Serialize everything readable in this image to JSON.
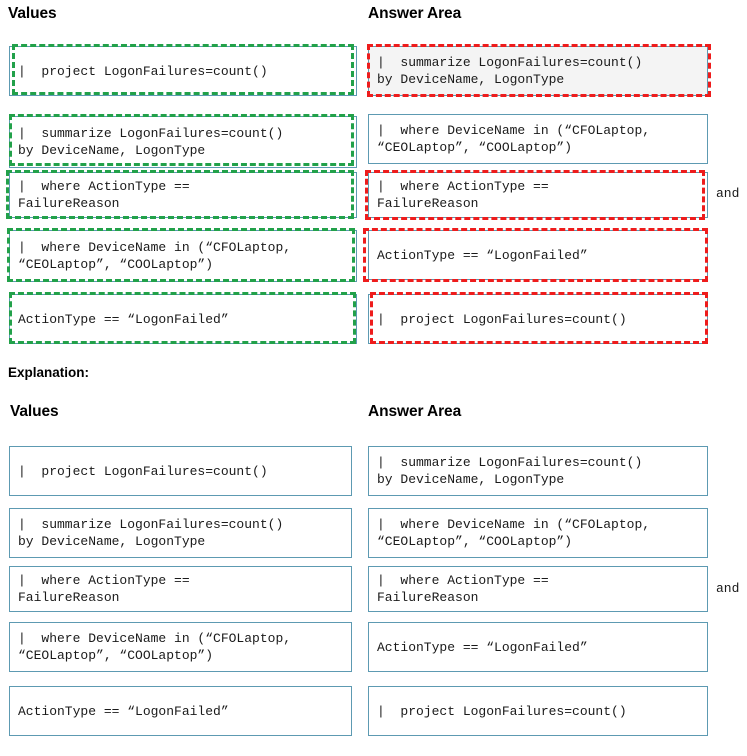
{
  "figures": [
    {
      "id": "annotated",
      "values_heading": "Values",
      "answer_heading": "Answer Area",
      "and_label": "and",
      "values": [
        {
          "text": "|  project LogonFailures=count()",
          "annotation": "green"
        },
        {
          "text": "|  summarize LogonFailures=count()\nby DeviceName, LogonType",
          "annotation": "green"
        },
        {
          "text": "|  where ActionType ==\nFailureReason",
          "annotation": "green"
        },
        {
          "text": "|  where DeviceName in (“CFOLaptop,\n“CEOLaptop”, “COOLaptop”)",
          "annotation": "green"
        },
        {
          "text": "ActionType == “LogonFailed”",
          "annotation": "green"
        }
      ],
      "answers": [
        {
          "text": "|  summarize LogonFailures=count()\nby DeviceName, LogonType",
          "annotation": "red",
          "tinted": true
        },
        {
          "text": "|  where DeviceName in (“CFOLaptop,\n“CEOLaptop”, “COOLaptop”)",
          "annotation": "none",
          "tinted": false
        },
        {
          "text": "|  where ActionType ==\nFailureReason",
          "annotation": "red",
          "tinted": false
        },
        {
          "text": "ActionType == “LogonFailed”",
          "annotation": "red",
          "tinted": false
        },
        {
          "text": "|  project LogonFailures=count()",
          "annotation": "red",
          "tinted": false
        }
      ]
    },
    {
      "id": "explanation",
      "explanation_label": "Explanation:",
      "values_heading": "Values",
      "answer_heading": "Answer Area",
      "and_label": "and",
      "values": [
        {
          "text": "|  project LogonFailures=count()",
          "annotation": "none"
        },
        {
          "text": "|  summarize LogonFailures=count()\nby DeviceName, LogonType",
          "annotation": "none"
        },
        {
          "text": "|  where ActionType ==\nFailureReason",
          "annotation": "none"
        },
        {
          "text": "|  where DeviceName in (“CFOLaptop,\n“CEOLaptop”, “COOLaptop”)",
          "annotation": "none"
        },
        {
          "text": "ActionType == “LogonFailed”",
          "annotation": "none"
        }
      ],
      "answers": [
        {
          "text": "|  summarize LogonFailures=count()\nby DeviceName, LogonType",
          "annotation": "none",
          "tinted": false
        },
        {
          "text": "|  where DeviceName in (“CFOLaptop,\n“CEOLaptop”, “COOLaptop”)",
          "annotation": "none",
          "tinted": false
        },
        {
          "text": "|  where ActionType ==\nFailureReason",
          "annotation": "none",
          "tinted": false
        },
        {
          "text": "ActionType == “LogonFailed”",
          "annotation": "none",
          "tinted": false
        },
        {
          "text": "|  project LogonFailures=count()",
          "annotation": "none",
          "tinted": false
        }
      ]
    }
  ],
  "colors": {
    "box_border": "#5d9ab2",
    "annotation_correct": "#22a14a",
    "annotation_answer": "#ee1c1c",
    "text": "#1a1a1a"
  }
}
